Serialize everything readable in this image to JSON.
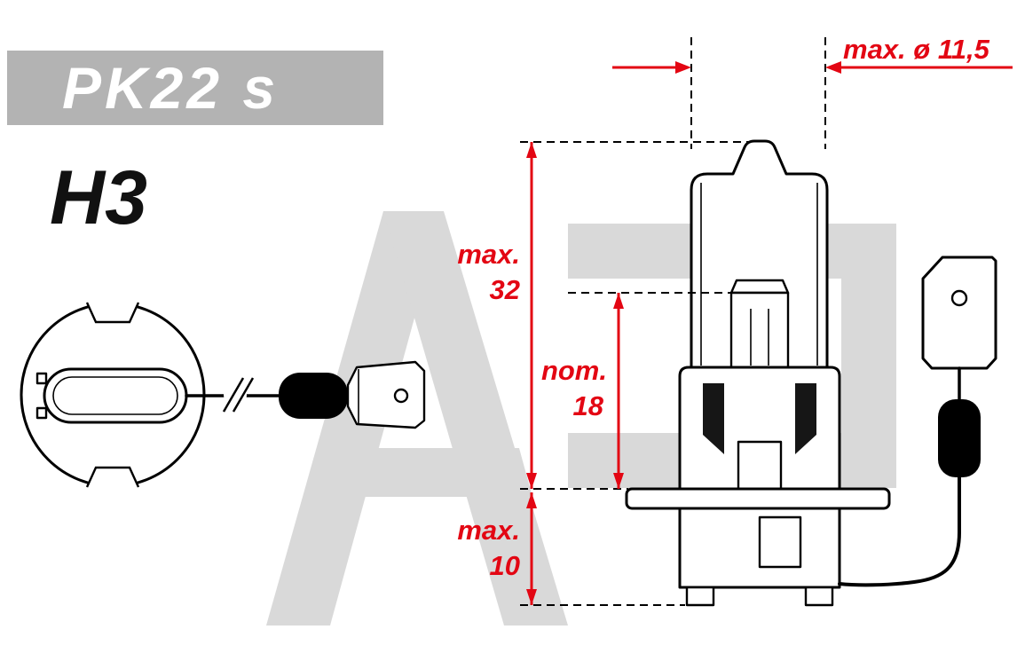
{
  "labels": {
    "socket": "PK22 s",
    "model": "H3"
  },
  "dimensions": {
    "diameter": {
      "label": "max. ø 11,5"
    },
    "overall_length": {
      "label": "max.",
      "value": "32"
    },
    "light_center_length": {
      "label": "nom.",
      "value": "18"
    },
    "base_height": {
      "label": "max.",
      "value": "10"
    }
  },
  "colors": {
    "dimension": "#e30613",
    "banner": "#b3b3b3",
    "watermark": "#d9d9d9",
    "outline": "#000000",
    "background": "#ffffff"
  }
}
